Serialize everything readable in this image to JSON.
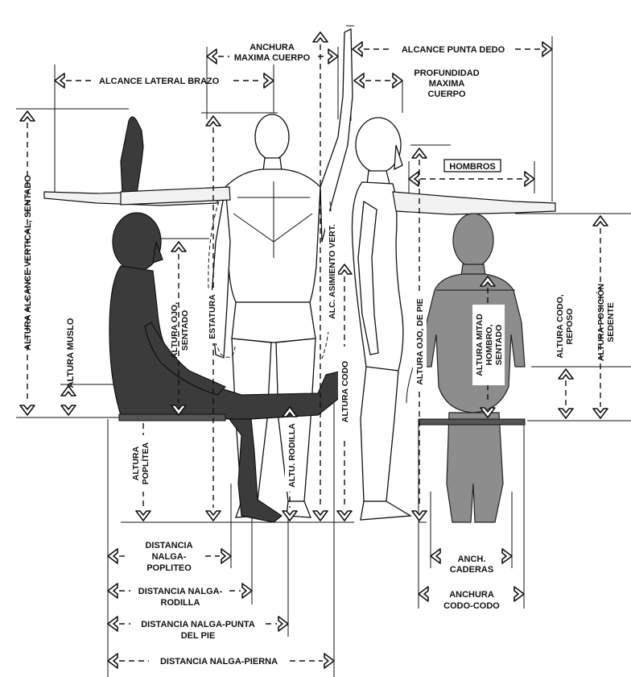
{
  "labels": {
    "alcance_lateral_brazo": "ALCANCE LATERAL BRAZO",
    "anchura_maxima_1": "ANCHURA",
    "anchura_maxima_2": "MAXIMA CUERPO",
    "alcance_punta_dedo": "ALCANCE PUNTA DEDO",
    "profundidad_1": "PROFUNDIDAD",
    "profundidad_2": "MAXIMA",
    "profundidad_3": "CUERPO",
    "hombros": "HOMBROS",
    "altura_alcance_vertical_sentado": "ALTURA ALCANCE VERTICAL, SENTADO",
    "altura_muslo": "ALTURA MUSLO",
    "altura_ojo_sentado_1": "ALTURA OJO,",
    "altura_ojo_sentado_2": "SENTADO",
    "estatura": "ESTATURA",
    "alc_asiento_vert": "ALC. ASIMIENTO VERT.",
    "altura_codo": "ALTURA CODO",
    "altura_ojo_de_pie": "ALTURA OJO, DE PIE",
    "altura_mitad_hombro_1": "ALTURA MITAD",
    "altura_mitad_hombro_2": "HOMBRO,",
    "altura_mitad_hombro_3": "SENTADO",
    "altura_codo_reposo_1": "ALTURA CODO,",
    "altura_codo_reposo_2": "REPOSO",
    "altura_posicion_sedente_1": "ALTURA POSICIÓN",
    "altura_posicion_sedente_2": "SEDENTE",
    "altura_poplitea_1": "ALTURA",
    "altura_poplitea_2": "POPLÍTEA",
    "altu_rodilla": "ALTU. RODILLA",
    "distancia_nalga_popliteo_1": "DISTANCIA",
    "distancia_nalga_popliteo_2": "NALGA-",
    "distancia_nalga_popliteo_3": "POPLITEO",
    "distancia_nalga_rodilla_1": "DISTANCIA NALGA-",
    "distancia_nalga_rodilla_2": "RODILLA",
    "distancia_nalga_punta_1": "DISTANCIA NALGA-PUNTA",
    "distancia_nalga_punta_2": "DEL PIE",
    "distancia_nalga_pierna": "DISTANCIA NALGA-PIERNA",
    "anch_caderas_1": "ANCH.",
    "anch_caderas_2": "CADERAS",
    "anchura_codo_codo_1": "ANCHURA",
    "anchura_codo_codo_2": "CODO-CODO"
  },
  "colors": {
    "seated_side_figure": "#3b3b3b",
    "seated_back_figure": "#8d8d8d",
    "standing_figures": "#ffffff",
    "lines": "#111111"
  },
  "icons": [
    "double-headed-outline-arrow",
    "dashed-dimension-line"
  ]
}
